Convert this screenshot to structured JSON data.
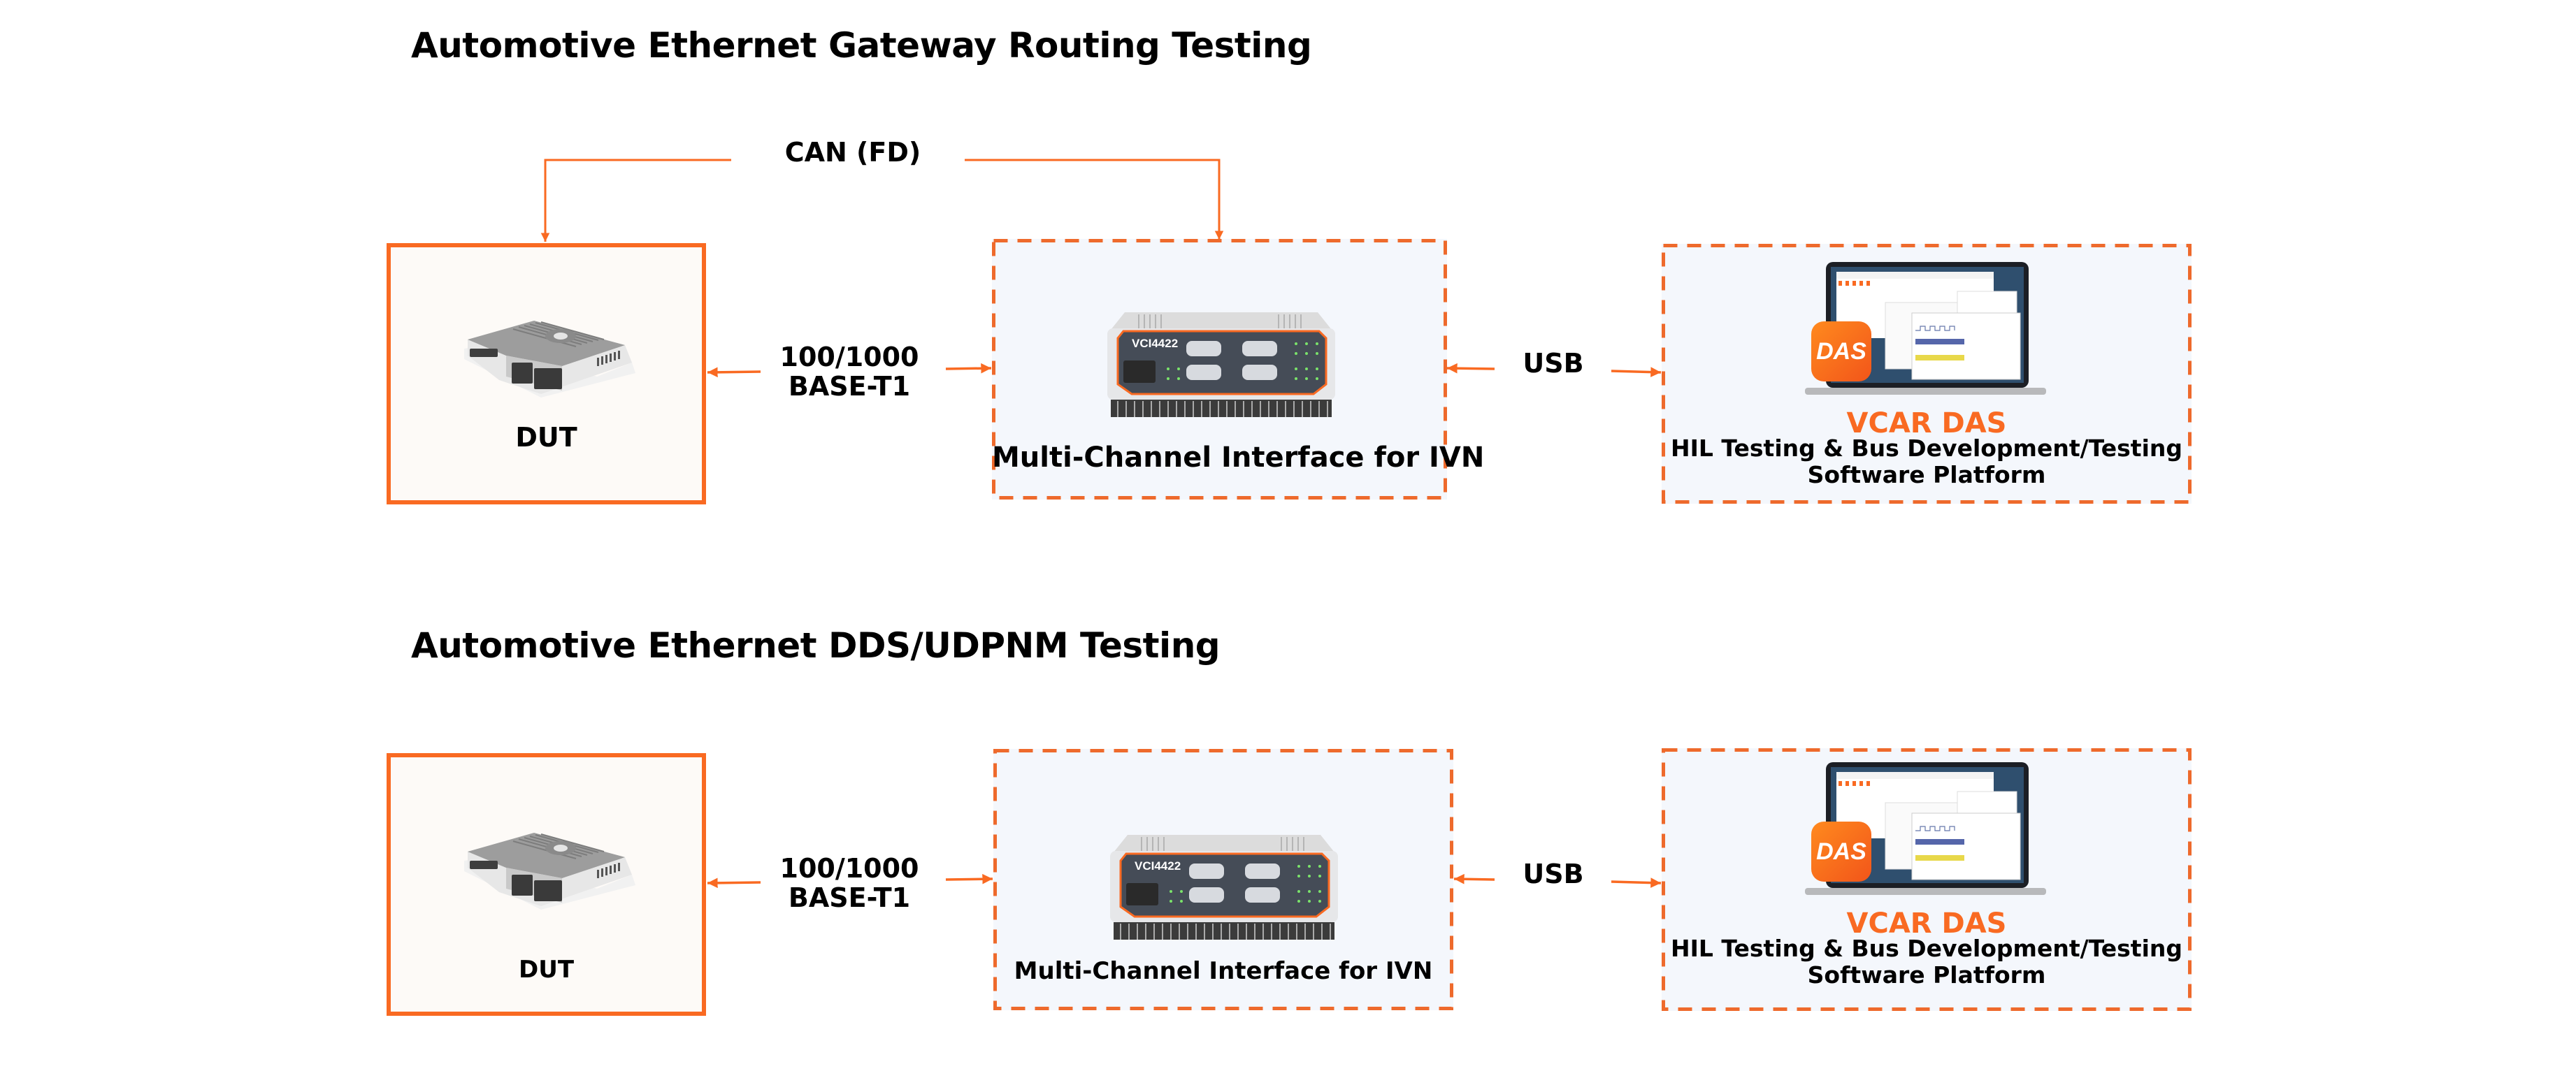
{
  "colors": {
    "accent": "#F96A22",
    "dut_bg": "#FDFAF7",
    "panel_bg": "#F4F7FC",
    "text": "#000000"
  },
  "sections": [
    {
      "title": "Automotive Ethernet Gateway Routing Testing",
      "bus_label": "CAN (FD)",
      "dut": {
        "label": "DUT",
        "icon": "ecu-device-icon"
      },
      "eth_link": {
        "line1": "100/1000",
        "line2": "BASE-T1"
      },
      "interface": {
        "label": "Multi-Channel Interface for IVN",
        "device_model": "VCI4422",
        "icon": "vci-device-icon"
      },
      "usb_link": {
        "label": "USB"
      },
      "software": {
        "name": "VCAR DAS",
        "desc_line1": "HIL Testing & Bus Development/Testing",
        "desc_line2": "Software Platform",
        "app_icon_text": "DAS",
        "icon": "laptop-icon"
      }
    },
    {
      "title": "Automotive Ethernet DDS/UDPNM Testing",
      "dut": {
        "label": "DUT",
        "icon": "ecu-device-icon"
      },
      "eth_link": {
        "line1": "100/1000",
        "line2": "BASE-T1"
      },
      "interface": {
        "label": "Multi-Channel Interface for IVN",
        "device_model": "VCI4422",
        "icon": "vci-device-icon"
      },
      "usb_link": {
        "label": "USB"
      },
      "software": {
        "name": "VCAR DAS",
        "desc_line1": "HIL Testing & Bus Development/Testing",
        "desc_line2": "Software Platform",
        "app_icon_text": "DAS",
        "icon": "laptop-icon"
      }
    }
  ]
}
